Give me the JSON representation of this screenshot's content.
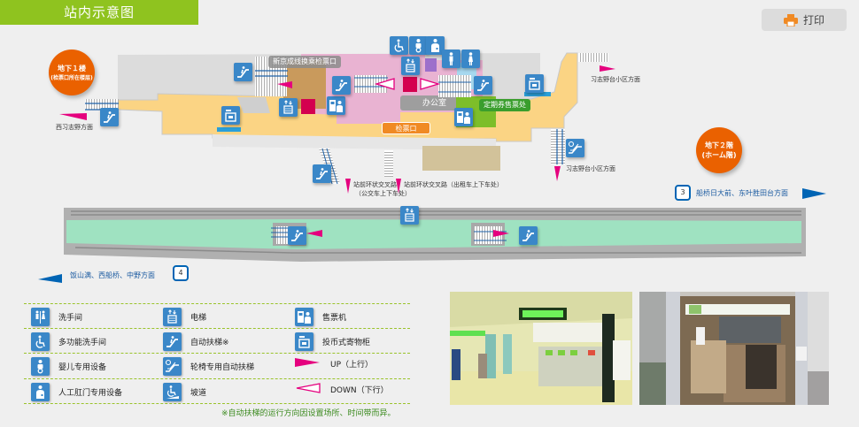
{
  "header": {
    "title": "站内示意图"
  },
  "toolbar": {
    "print_label": "打印",
    "print_icon": "printer-icon"
  },
  "colors": {
    "header_green": "#8fc31f",
    "floor_badge_orange": "#ea6100",
    "icon_blue": "#3a87c8",
    "concourse_yellow": "#fbd484",
    "paid_area_pink": "#e9b3d2",
    "platform_green": "#9fe2c1",
    "elevator_red": "#d4004f",
    "arrow_magenta": "#e5007e",
    "platform_arrow_blue": "#0064b4",
    "legend_note_green": "#3b8a1e"
  },
  "floors": {
    "b1": {
      "line1": "地下１楼",
      "line2": "(检票口所在楼层)"
    },
    "b2": {
      "line1": "地下２階",
      "line2": "(ホーム階)"
    }
  },
  "map_labels": {
    "transfer_gate": "新京成线换乘检票口",
    "office": "办公室",
    "ticket_gate": "检票口",
    "commuter_pass_office": "定期券售票处",
    "west_narashino": "西习志野方面",
    "narashinodai_north": "习志野台小区方面",
    "narashinodai_south": "习志野台小区方面",
    "rotary_bus_1": "站前环状交叉路",
    "rotary_bus_2": "（公交车上下车处）",
    "rotary_taxi": "站前环状交叉路（出租车上下车处）"
  },
  "platforms": [
    {
      "number": "3",
      "destination": "船桥日大前、东叶胜田台方面",
      "direction": "right"
    },
    {
      "number": "4",
      "destination": "饭山满、西船桥、中野方面",
      "direction": "left"
    }
  ],
  "legend": {
    "items": [
      {
        "icon": "restroom-icon",
        "label": "洗手间"
      },
      {
        "icon": "elevator-icon",
        "label": "电梯"
      },
      {
        "icon": "ticket-machine-icon",
        "label": "售票机"
      },
      {
        "icon": "accessible-restroom-icon",
        "label": "多功能洗手间"
      },
      {
        "icon": "escalator-icon",
        "label": "自动扶梯※"
      },
      {
        "icon": "coin-locker-icon",
        "label": "投币式寄物柜"
      },
      {
        "icon": "baby-facility-icon",
        "label": "婴儿专用设备"
      },
      {
        "icon": "wheelchair-escalator-icon",
        "label": "轮椅专用自动扶梯"
      },
      {
        "icon": "up-arrow-icon",
        "label": "UP（上行）"
      },
      {
        "icon": "ostomate-icon",
        "label": "人工肛门专用设备"
      },
      {
        "icon": "ramp-icon",
        "label": "坡道"
      },
      {
        "icon": "down-arrow-icon",
        "label": "DOWN（下行）"
      }
    ],
    "note": "※自动扶梯的运行方向因设置场所、时间带而异。"
  },
  "photos": [
    {
      "name": "ticket-hall-photo",
      "caption": ""
    },
    {
      "name": "station-entrance-photo",
      "caption": ""
    }
  ]
}
